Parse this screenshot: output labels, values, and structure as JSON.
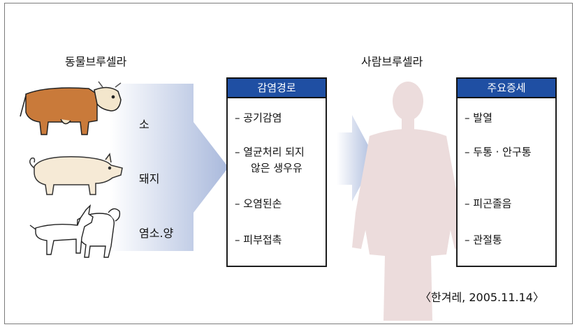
{
  "left_heading": "동물브루셀라",
  "right_heading": "사람브루셀라",
  "animals": [
    {
      "label": "소",
      "icon": "cow-icon"
    },
    {
      "label": "돼지",
      "icon": "pig-icon"
    },
    {
      "label": "염소.양",
      "icon": "goat-sheep-icon"
    }
  ],
  "infection_routes": {
    "title": "감염경로",
    "items": [
      {
        "text": "– 공기감염"
      },
      {
        "text": "– 열균처리 되지",
        "text2": "않은 생우유"
      },
      {
        "text": "– 오염된손"
      },
      {
        "text": "– 피부접촉"
      }
    ]
  },
  "symptoms": {
    "title": "주요증세",
    "items": [
      "– 발열",
      "– 두통 · 안구통",
      "– 피곤졸음",
      "– 관절통"
    ]
  },
  "citation": "〈한겨레, 2005.11.14〉",
  "colors": {
    "header_blue": "#1f4fa3",
    "arrow_blue": "#a9b9dc",
    "human_silhouette": "#ecdcdc"
  }
}
